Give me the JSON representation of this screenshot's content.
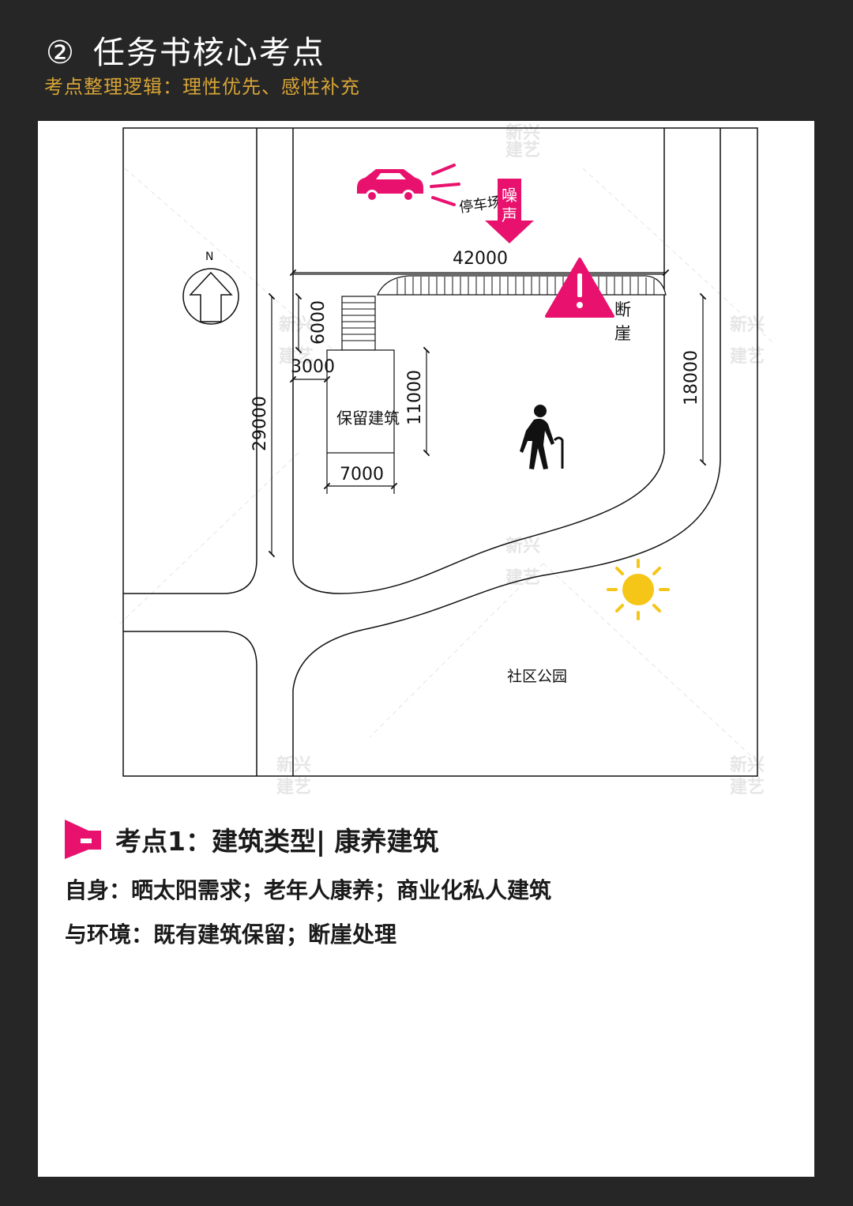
{
  "header": {
    "number": "②",
    "title": "任务书核心考点",
    "subtitle": "考点整理逻辑：理性优先、感性补充"
  },
  "plan": {
    "labels": {
      "north": "N",
      "parking": "停车场",
      "noise": [
        "噪",
        "声"
      ],
      "cliff": [
        "断",
        "崖"
      ],
      "retained_building": "保留建筑",
      "community_park": "社区公园"
    },
    "dimensions": {
      "top_width": "42000",
      "stair_length": "6000",
      "stair_offset": "3000",
      "building_length": "11000",
      "building_width": "7000",
      "site_depth": "29000",
      "cliff_depth": "18000"
    },
    "watermark": [
      "新兴",
      "建艺"
    ]
  },
  "keypoint": {
    "title": "考点1：建筑类型| 康养建筑",
    "line1": "自身：晒太阳需求；老年人康养；商业化私人建筑",
    "line2": "与环境：既有建筑保留；断崖处理"
  },
  "colors": {
    "accent_magenta": "#e8126e",
    "sun_yellow": "#f5c518",
    "subtitle_gold": "#d7a436",
    "background": "#262626"
  }
}
